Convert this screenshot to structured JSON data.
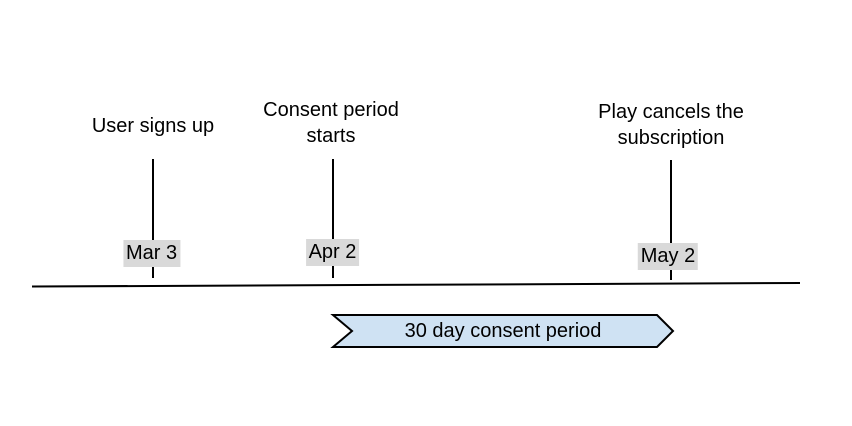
{
  "diagram": {
    "title": "subscription-consent-timeline",
    "colors": {
      "background": "#ffffff",
      "line": "#000000",
      "text": "#000000",
      "date_label_bg": "#d9d9d9",
      "banner_fill": "#cfe2f3",
      "banner_stroke": "#000000"
    }
  },
  "events": [
    {
      "title": "User signs up",
      "date": "Mar 3"
    },
    {
      "title": "Consent period\nstarts",
      "date": "Apr 2"
    },
    {
      "title": "Play cancels the\nsubscription",
      "date": "May 2"
    }
  ],
  "banner": {
    "label": "30 day consent period"
  }
}
